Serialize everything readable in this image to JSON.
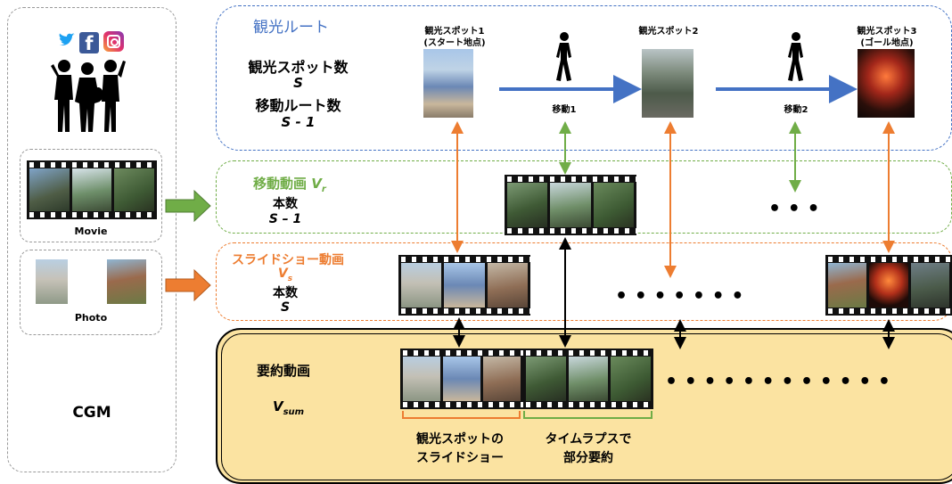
{
  "cgm": {
    "label": "CGM",
    "movie_label": "Movie",
    "photo_label": "Photo",
    "social_icons": [
      "twitter-bird-icon",
      "facebook-icon",
      "instagram-icon"
    ]
  },
  "route": {
    "title": "観光ルート",
    "count_label": "観光スポット数",
    "count_symbol": "S",
    "move_label": "移動ルート数",
    "move_symbol": "S - 1",
    "spot1": {
      "name": "観光スポット1",
      "sub": "(スタート地点)"
    },
    "spot2": {
      "name": "観光スポット2"
    },
    "spot3": {
      "name": "観光スポット3",
      "sub": "(ゴール地点)"
    },
    "move1": "移動1",
    "move2": "移動2"
  },
  "move_video": {
    "title": "移動動画",
    "symbol": "V",
    "sub": "r",
    "count_label": "本数",
    "count_symbol": "S – 1",
    "dots": "• • •"
  },
  "slideshow": {
    "title": "スライドショー動画",
    "symbol": "V",
    "sub": "s",
    "count_label": "本数",
    "count_symbol": "S",
    "dots": "• • • • • • •"
  },
  "summary": {
    "title": "要約動画",
    "symbol": "V",
    "sub": "sum",
    "dots": "• • • • • • • • • • • •",
    "caption_left": [
      "観光スポットの",
      "スライドショー"
    ],
    "caption_right": [
      "タイムラプスで",
      "部分要約"
    ]
  },
  "colors": {
    "blue": "#4472c4",
    "green": "#70ad47",
    "orange": "#ed7d31",
    "summary_fill": "#fbe3a1"
  }
}
